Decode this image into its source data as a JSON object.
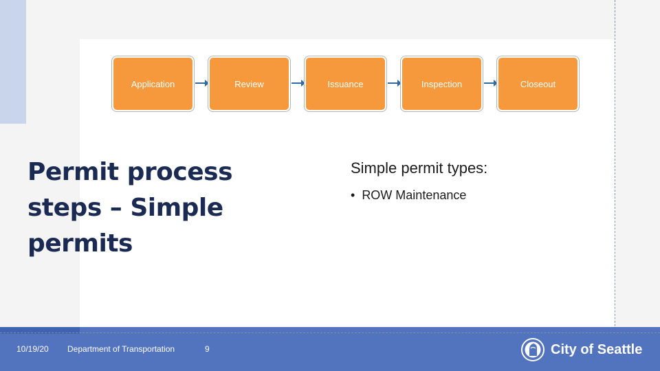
{
  "process_steps": [
    "Application",
    "Review",
    "Issuance",
    "Inspection",
    "Closeout"
  ],
  "title": "Permit process steps – Simple permits",
  "types_heading": "Simple permit types:",
  "types": [
    "ROW Maintenance"
  ],
  "footer": {
    "date": "10/19/20",
    "department": "Department of Transportation",
    "page_number": "9",
    "logo_text": "City of Seattle",
    "logo_icon": "seattle-seal-icon"
  },
  "colors": {
    "step_fill": "#f6993d",
    "arrow": "#2f6aa3",
    "title": "#1b2a52",
    "footer": "#5273bd"
  }
}
